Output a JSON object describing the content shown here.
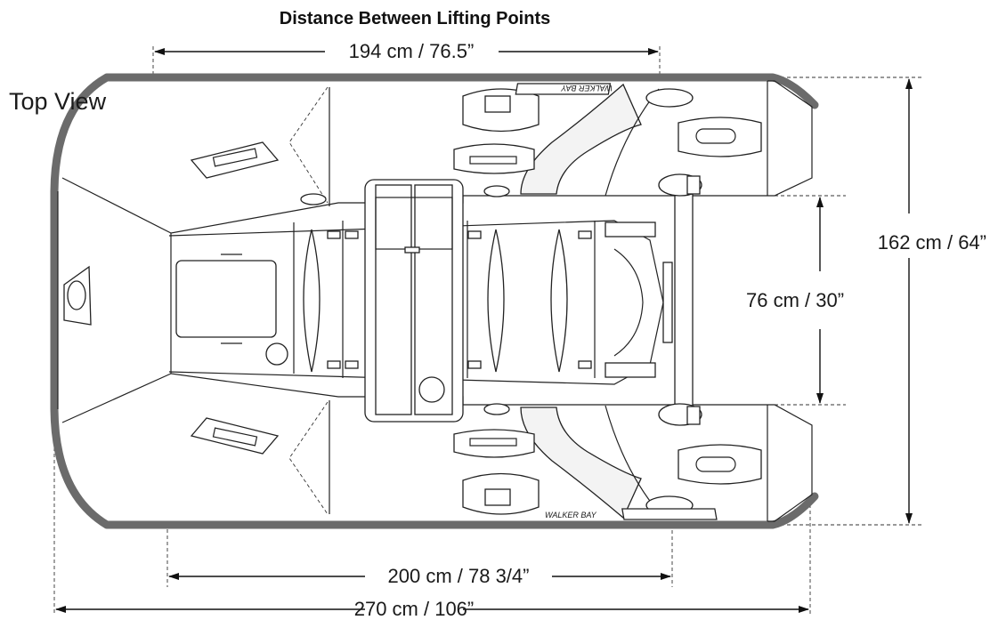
{
  "diagram": {
    "view_label": "Top View",
    "title": "Distance Between Lifting Points",
    "dimensions": {
      "lifting_points": "194 cm / 76.5”",
      "overall_width": "162 cm / 64”",
      "inner_width": "76 cm / 30”",
      "inner_length": "200 cm / 78 3/4”",
      "overall_length": "270 cm / 106”"
    },
    "brand_text_top": "WALKER BAY",
    "brand_text_bottom": "WALKER BAY"
  }
}
